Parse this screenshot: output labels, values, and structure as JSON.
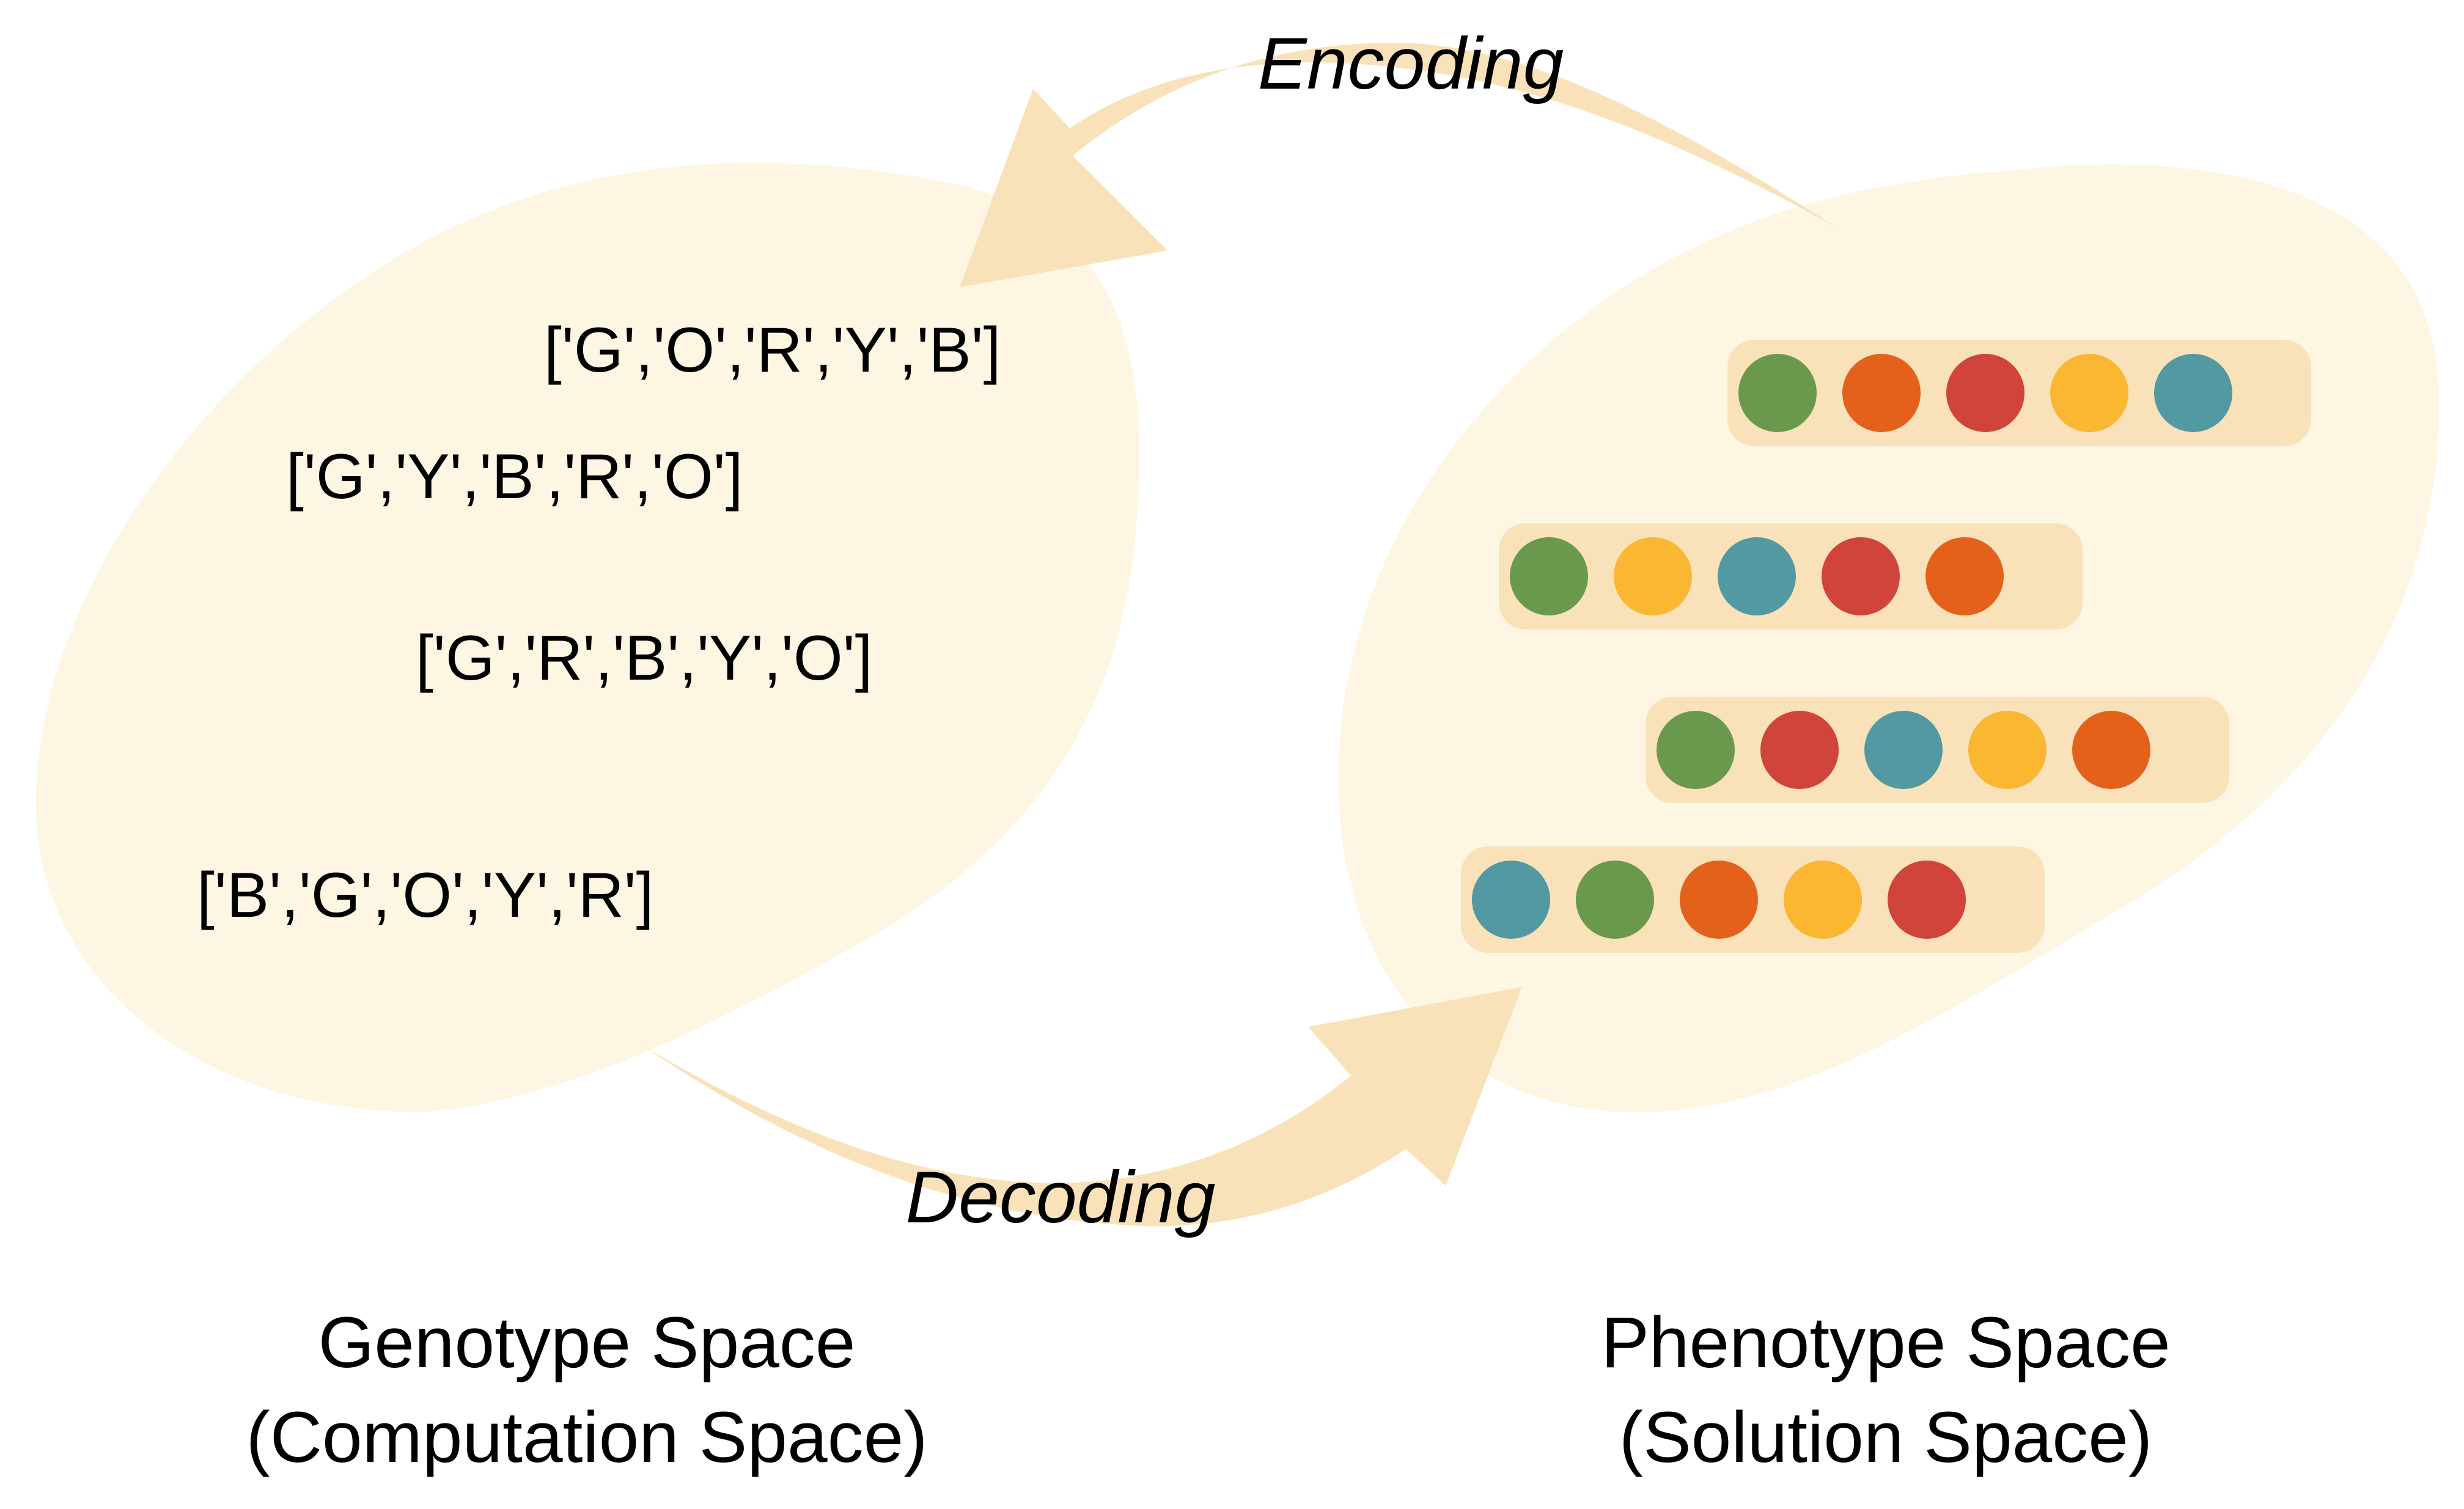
{
  "colors": {
    "blob_fill": "#fdf6e3",
    "arrow_fill": "#f9e2b9",
    "pill_fill": "#f9e2b9",
    "G": "#6a994e",
    "O": "#e4611c",
    "R": "#d0443b",
    "Y": "#fbb632",
    "B": "#5399a2"
  },
  "encoding": {
    "label": "Encoding"
  },
  "decoding": {
    "label": "Decoding"
  },
  "genotype_space": {
    "title": "Genotype Space",
    "subtitle": "(Computation Space)",
    "genotypes": [
      "['G','O','R','Y','B']",
      "['G','Y','B','R','O']",
      "['G','R','B','Y','O']",
      "['B','G','O','Y','R']"
    ]
  },
  "phenotype_space": {
    "title": "Phenotype Space",
    "subtitle": "(Solution Space)",
    "phenotypes": [
      {
        "circles": [
          "G",
          "O",
          "R",
          "Y",
          "B"
        ]
      },
      {
        "circles": [
          "G",
          "Y",
          "B",
          "R",
          "O"
        ]
      },
      {
        "circles": [
          "G",
          "R",
          "B",
          "Y",
          "O"
        ]
      },
      {
        "circles": [
          "B",
          "G",
          "O",
          "Y",
          "R"
        ]
      }
    ]
  }
}
